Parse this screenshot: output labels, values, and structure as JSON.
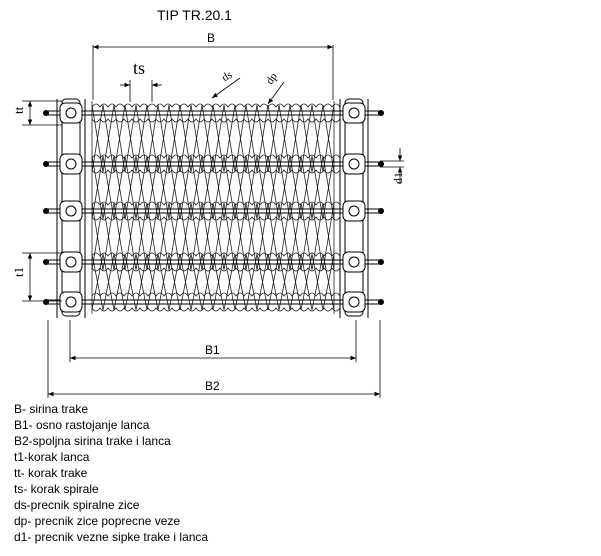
{
  "title": "TIP TR.20.1",
  "dimensions": {
    "B": "B",
    "B1": "B1",
    "B2": "B2",
    "ts": "ts",
    "ds": "ds",
    "dp": "dp",
    "tt": "tt",
    "t1": "t1",
    "d1": "d1"
  },
  "legend": [
    "B- sirina trake",
    "B1- osno rastojanje lanca",
    "B2-spoljna sirina trake i lanca",
    "t1-korak lanca",
    "tt- korak trake",
    "ts- korak spirale",
    "ds-precnik spiralne zice",
    "dp- precnik zice poprecne veze",
    "d1- precnik vezne sipke trake i lanca"
  ]
}
